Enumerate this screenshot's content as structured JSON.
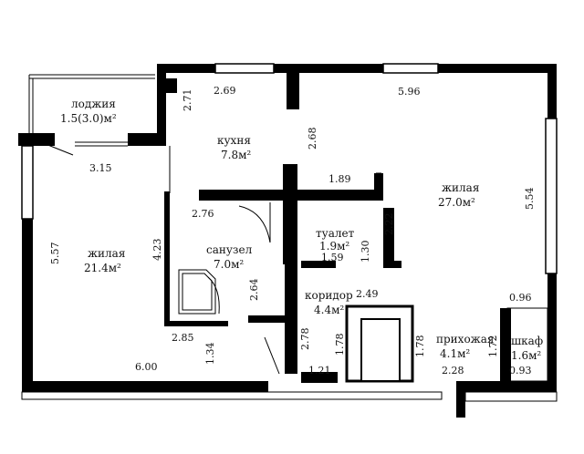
{
  "rooms": {
    "loggia": {
      "name": "лоджия",
      "area": "1.5(3.0)м²"
    },
    "kitchen": {
      "name": "кухня",
      "area": "7.8м²"
    },
    "living_right": {
      "name": "жилая",
      "area": "27.0м²"
    },
    "living_left": {
      "name": "жилая",
      "area": "21.4м²"
    },
    "toilet": {
      "name": "туалет",
      "area": "1.9м²"
    },
    "bathroom": {
      "name": "санузел",
      "area": "7.0м²"
    },
    "corridor": {
      "name": "коридор",
      "area": "4.4м²"
    },
    "hallway": {
      "name": "прихожая",
      "area": "4.1м²"
    },
    "closet": {
      "name": "шкаф",
      "area": "1.6м²"
    }
  },
  "dimensions": {
    "d_271": "2.71",
    "d_269": "2.69",
    "d_596": "5.96",
    "d_268": "2.68",
    "d_315": "3.15",
    "d_189": "1.89",
    "d_554": "5.54",
    "d_276": "2.76",
    "d_222": "2.22",
    "d_557": "5.57",
    "d_423": "4.23",
    "d_159": "1.59",
    "d_130": "1.30",
    "d_264": "2.64",
    "d_249": "2.49",
    "d_096": "0.96",
    "d_285": "2.85",
    "d_278": "2.78",
    "d_178a": "1.78",
    "d_178b": "1.78",
    "d_172": "1.72",
    "d_600": "6.00",
    "d_134": "1.34",
    "d_121": "1.21",
    "d_228": "2.28",
    "d_093": "0.93"
  }
}
